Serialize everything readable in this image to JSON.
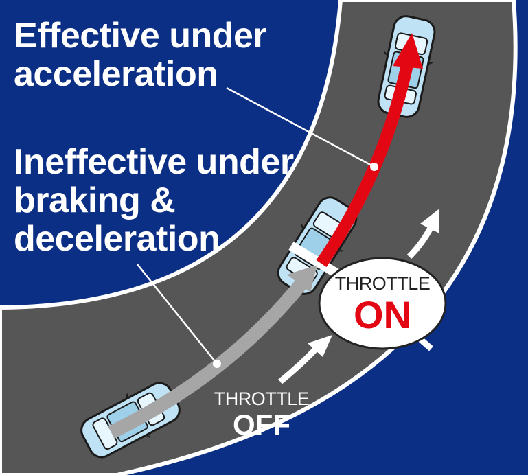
{
  "labels": {
    "effective_line1": "Effective under",
    "effective_line2": "acceleration",
    "ineffective_line1": "Ineffective under",
    "ineffective_line2": "braking &",
    "ineffective_line3": "deceleration"
  },
  "throttle_on": {
    "small": "THROTTLE",
    "big": "ON"
  },
  "throttle_off": {
    "small": "THROTTLE",
    "big": "OFF"
  },
  "colors": {
    "background": "#0c2f86",
    "road": "#565656",
    "road_edge": "#ffffff",
    "accel_arrow": "#e30613",
    "decel_arrow": "#a6a6a6",
    "car": "#bfe3f5",
    "on_text": "#e30613"
  }
}
